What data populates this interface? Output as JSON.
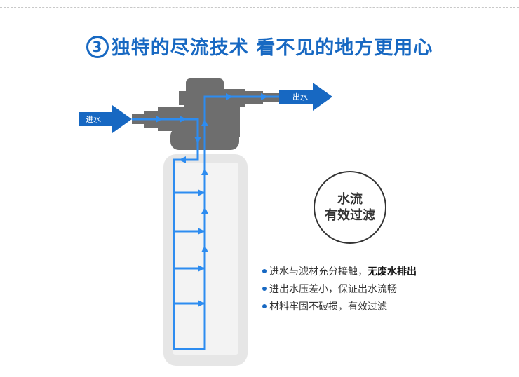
{
  "title": {
    "number": "3",
    "text": "独特的尽流技术 看不见的地方更用心"
  },
  "diagram": {
    "inlet_label": "进水",
    "outlet_label": "出水"
  },
  "badge": {
    "line1": "水流",
    "line2": "有效过滤"
  },
  "bullets": [
    {
      "text": "进水与滤材充分接触，",
      "bold": "无废水排出"
    },
    {
      "text": "进出水压差小，保证出水流畅"
    },
    {
      "text": "材料牢固不破损，有效过滤"
    }
  ],
  "colors": {
    "accent": "#1768c2",
    "flow": "#2d8cf0",
    "body": "#6e6e6e",
    "tank": "#e2e2e2"
  }
}
